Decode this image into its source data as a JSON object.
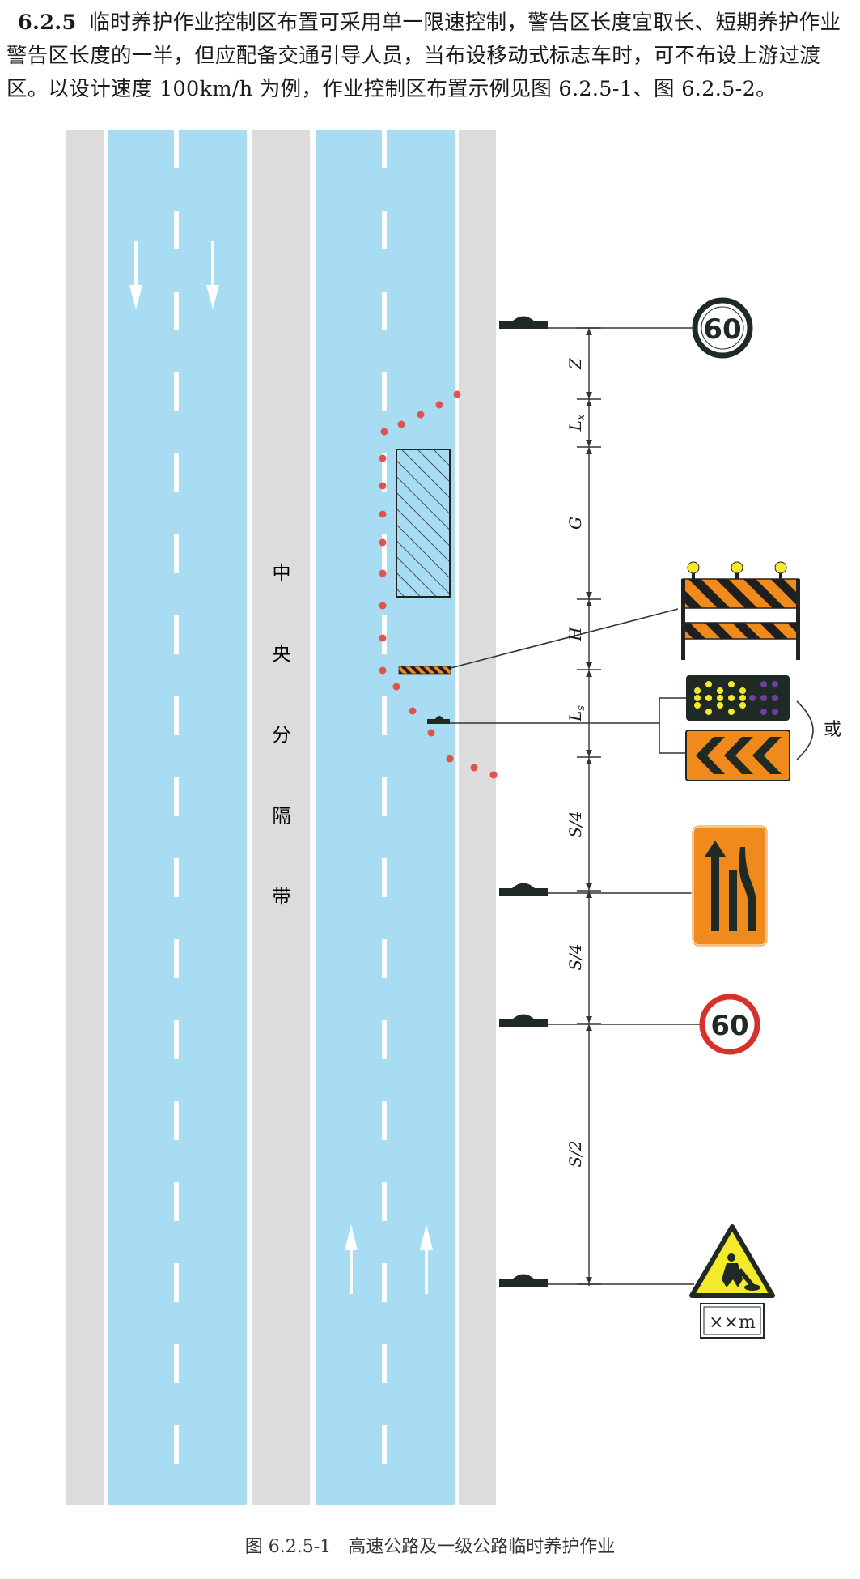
{
  "paragraph": {
    "section_number": "6.2.5",
    "text": "临时养护作业控制区布置可采用单一限速控制，警告区长度宜取长、短期养护作业警告区长度的一半，但应配备交通引导人员，当布设移动式标志车时，可不布设上游过渡区。以设计速度 100km/h 为例，作业控制区布置示例见图 6.2.5-1、图 6.2.5-2。"
  },
  "diagram": {
    "median_label": [
      "中",
      "央",
      "分",
      "隔",
      "带"
    ],
    "dimensions": [
      "Z",
      "Lx",
      "G",
      "H",
      "Ls",
      "S/4",
      "S/4",
      "S/2"
    ],
    "or_label": "或",
    "speed_limit_sign": "60",
    "speed_limit_end_sign": "60",
    "distance_plate": "××m"
  },
  "caption": {
    "number": "图 6.2.5-1",
    "title": "高速公路及一级公路临时养护作业"
  },
  "colors": {
    "lane": "#a7dcf2",
    "shoulder": "#dcdcdc",
    "cone": "#e0524a",
    "sign_orange": "#f08a1c",
    "sign_red": "#d7322a",
    "sign_dark": "#1f2a24"
  }
}
